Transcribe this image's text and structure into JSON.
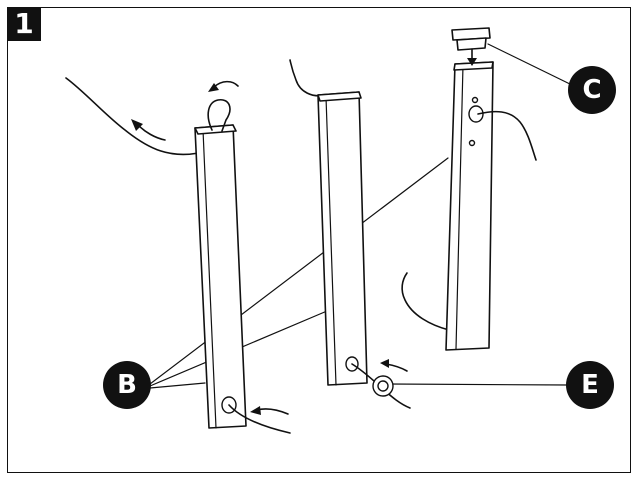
{
  "step": {
    "number": "1"
  },
  "callouts": {
    "b": "B",
    "c": "C",
    "e": "E"
  },
  "colors": {
    "ink": "#111111",
    "paper": "#ffffff"
  },
  "icons": {
    "arrow": "curved-arrow-icon",
    "cap": "end-cap-icon",
    "grommet": "grommet-icon",
    "wire": "cable-icon"
  }
}
